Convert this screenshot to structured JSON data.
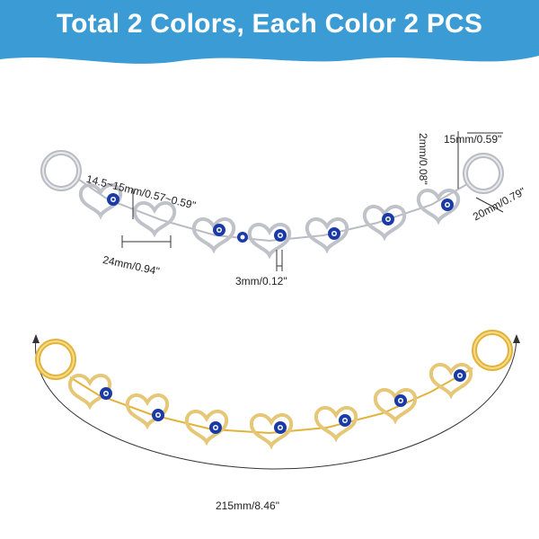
{
  "banner": {
    "title": "Total 2 Colors, Each Color 2 PCS",
    "color": "#3a9bd5"
  },
  "dimensions": {
    "heart_width": "14.5~15mm/0.57~0.59\"",
    "heart_spacing": "24mm/0.94\"",
    "link_width": "3mm/0.12\"",
    "ring_wire": "2mm/0.08\"",
    "ring_inner": "15mm/0.59\"",
    "ring_outer": "20mm/0.79\"",
    "total_length": "215mm/8.46\""
  },
  "colors": {
    "silver": "#c9ccd1",
    "gold": "#e2b33a",
    "evil_eye": "#1a3aa8"
  }
}
